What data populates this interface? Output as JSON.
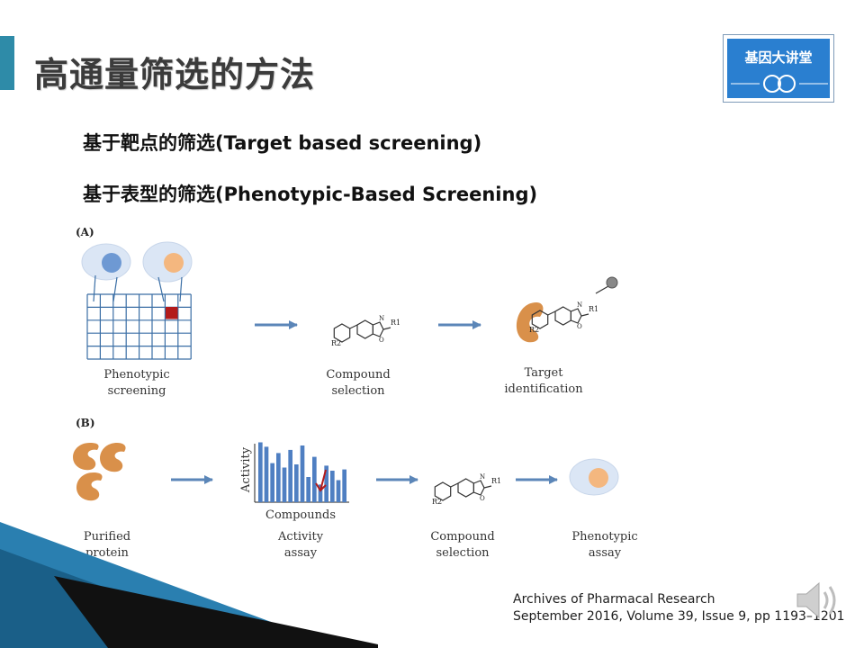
{
  "slide": {
    "title": "高通量筛选的方法",
    "logo": {
      "text": "基因大讲堂"
    },
    "bullets": [
      "基于靶点的筛选(Target based screening)",
      "基于表型的筛选(Phenotypic-Based Screening)"
    ],
    "reference": {
      "journal": "Archives of Pharmacal Research",
      "details": "September 2016, Volume 39, Issue 9, pp 1193–1201"
    }
  },
  "diagram": {
    "panel_a": {
      "label": "(A)",
      "steps": [
        {
          "line1": "Phenotypic",
          "line2": "screening"
        },
        {
          "line1": "Compound",
          "line2": "selection"
        },
        {
          "line1": "Target",
          "line2": "identification"
        }
      ]
    },
    "panel_b": {
      "label": "(B)",
      "chart_y_label": "Activity",
      "chart_x_label": "Compounds",
      "steps": [
        {
          "line1": "Purified",
          "line2": "protein"
        },
        {
          "line1": "Activity",
          "line2": "assay"
        },
        {
          "line1": "Compound",
          "line2": "selection"
        },
        {
          "line1": "Phenotypic",
          "line2": "assay"
        }
      ]
    },
    "molecule": {
      "r1": "R1",
      "r2": "R2",
      "n": "N",
      "o": "O"
    }
  },
  "chart_data": {
    "type": "bar",
    "title": "",
    "xlabel": "Compounds",
    "ylabel": "Activity",
    "values": [
      0.95,
      0.88,
      0.62,
      0.78,
      0.55,
      0.83,
      0.6,
      0.9,
      0.4,
      0.72,
      0.28,
      0.58,
      0.5,
      0.35,
      0.52
    ],
    "highlight_index": 9,
    "ylim": [
      0,
      1
    ]
  },
  "colors": {
    "accent_bar": "#2e8ba8",
    "logo_bg": "#2a7fd0",
    "grid": "#3a6ea5",
    "bars": "#4f7fc2",
    "arrow": "#5b86b8",
    "protein": "#d9904a",
    "hit": "#b31b1b",
    "cell_blue": "#6e99d3",
    "cell_orange": "#f4b77f"
  }
}
